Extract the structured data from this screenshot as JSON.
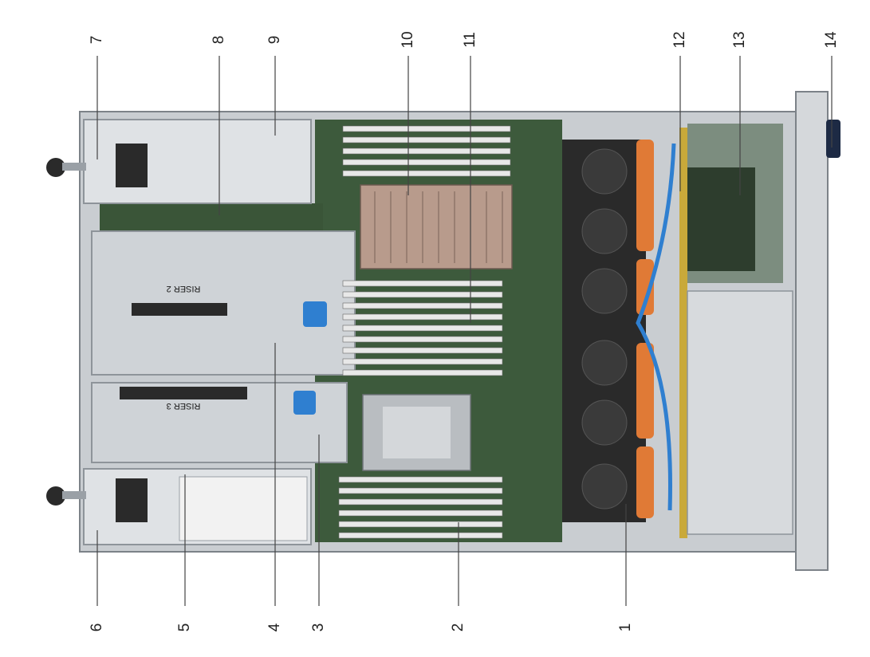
{
  "diagram": {
    "riser_labels": [
      "RISER 2",
      "RISER 3"
    ],
    "callouts": [
      "1",
      "2",
      "3",
      "4",
      "5",
      "6",
      "7",
      "8",
      "9",
      "10",
      "11",
      "12",
      "13",
      "14"
    ]
  },
  "colors": {
    "chassis": "#c9cdd1",
    "chassis_dark": "#8e949a",
    "board": "#3d5a3c",
    "fan_orange": "#e07a36",
    "fan_black": "#2a2a2a",
    "heatsink": "#b89b8c",
    "dimm_white": "#e8e8e8",
    "blue": "#2f7fd0",
    "leader": "#444444"
  }
}
